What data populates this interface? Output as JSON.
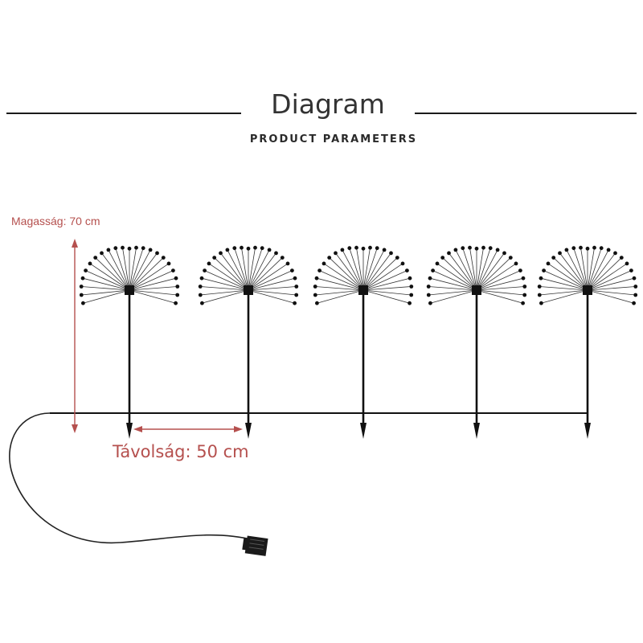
{
  "title": "Diagram",
  "subtitle": "PRODUCT PARAMETERS",
  "height_label": "Magasság: 70 cm",
  "distance_label": "Távolság: 50 cm",
  "colors": {
    "annotation": "#b5504e",
    "ink": "#111111",
    "rule": "#1a1a1a"
  },
  "lamp_count": 5,
  "icons": {
    "lamp": "firework-lamp-icon",
    "connector": "solar-connector-icon"
  }
}
